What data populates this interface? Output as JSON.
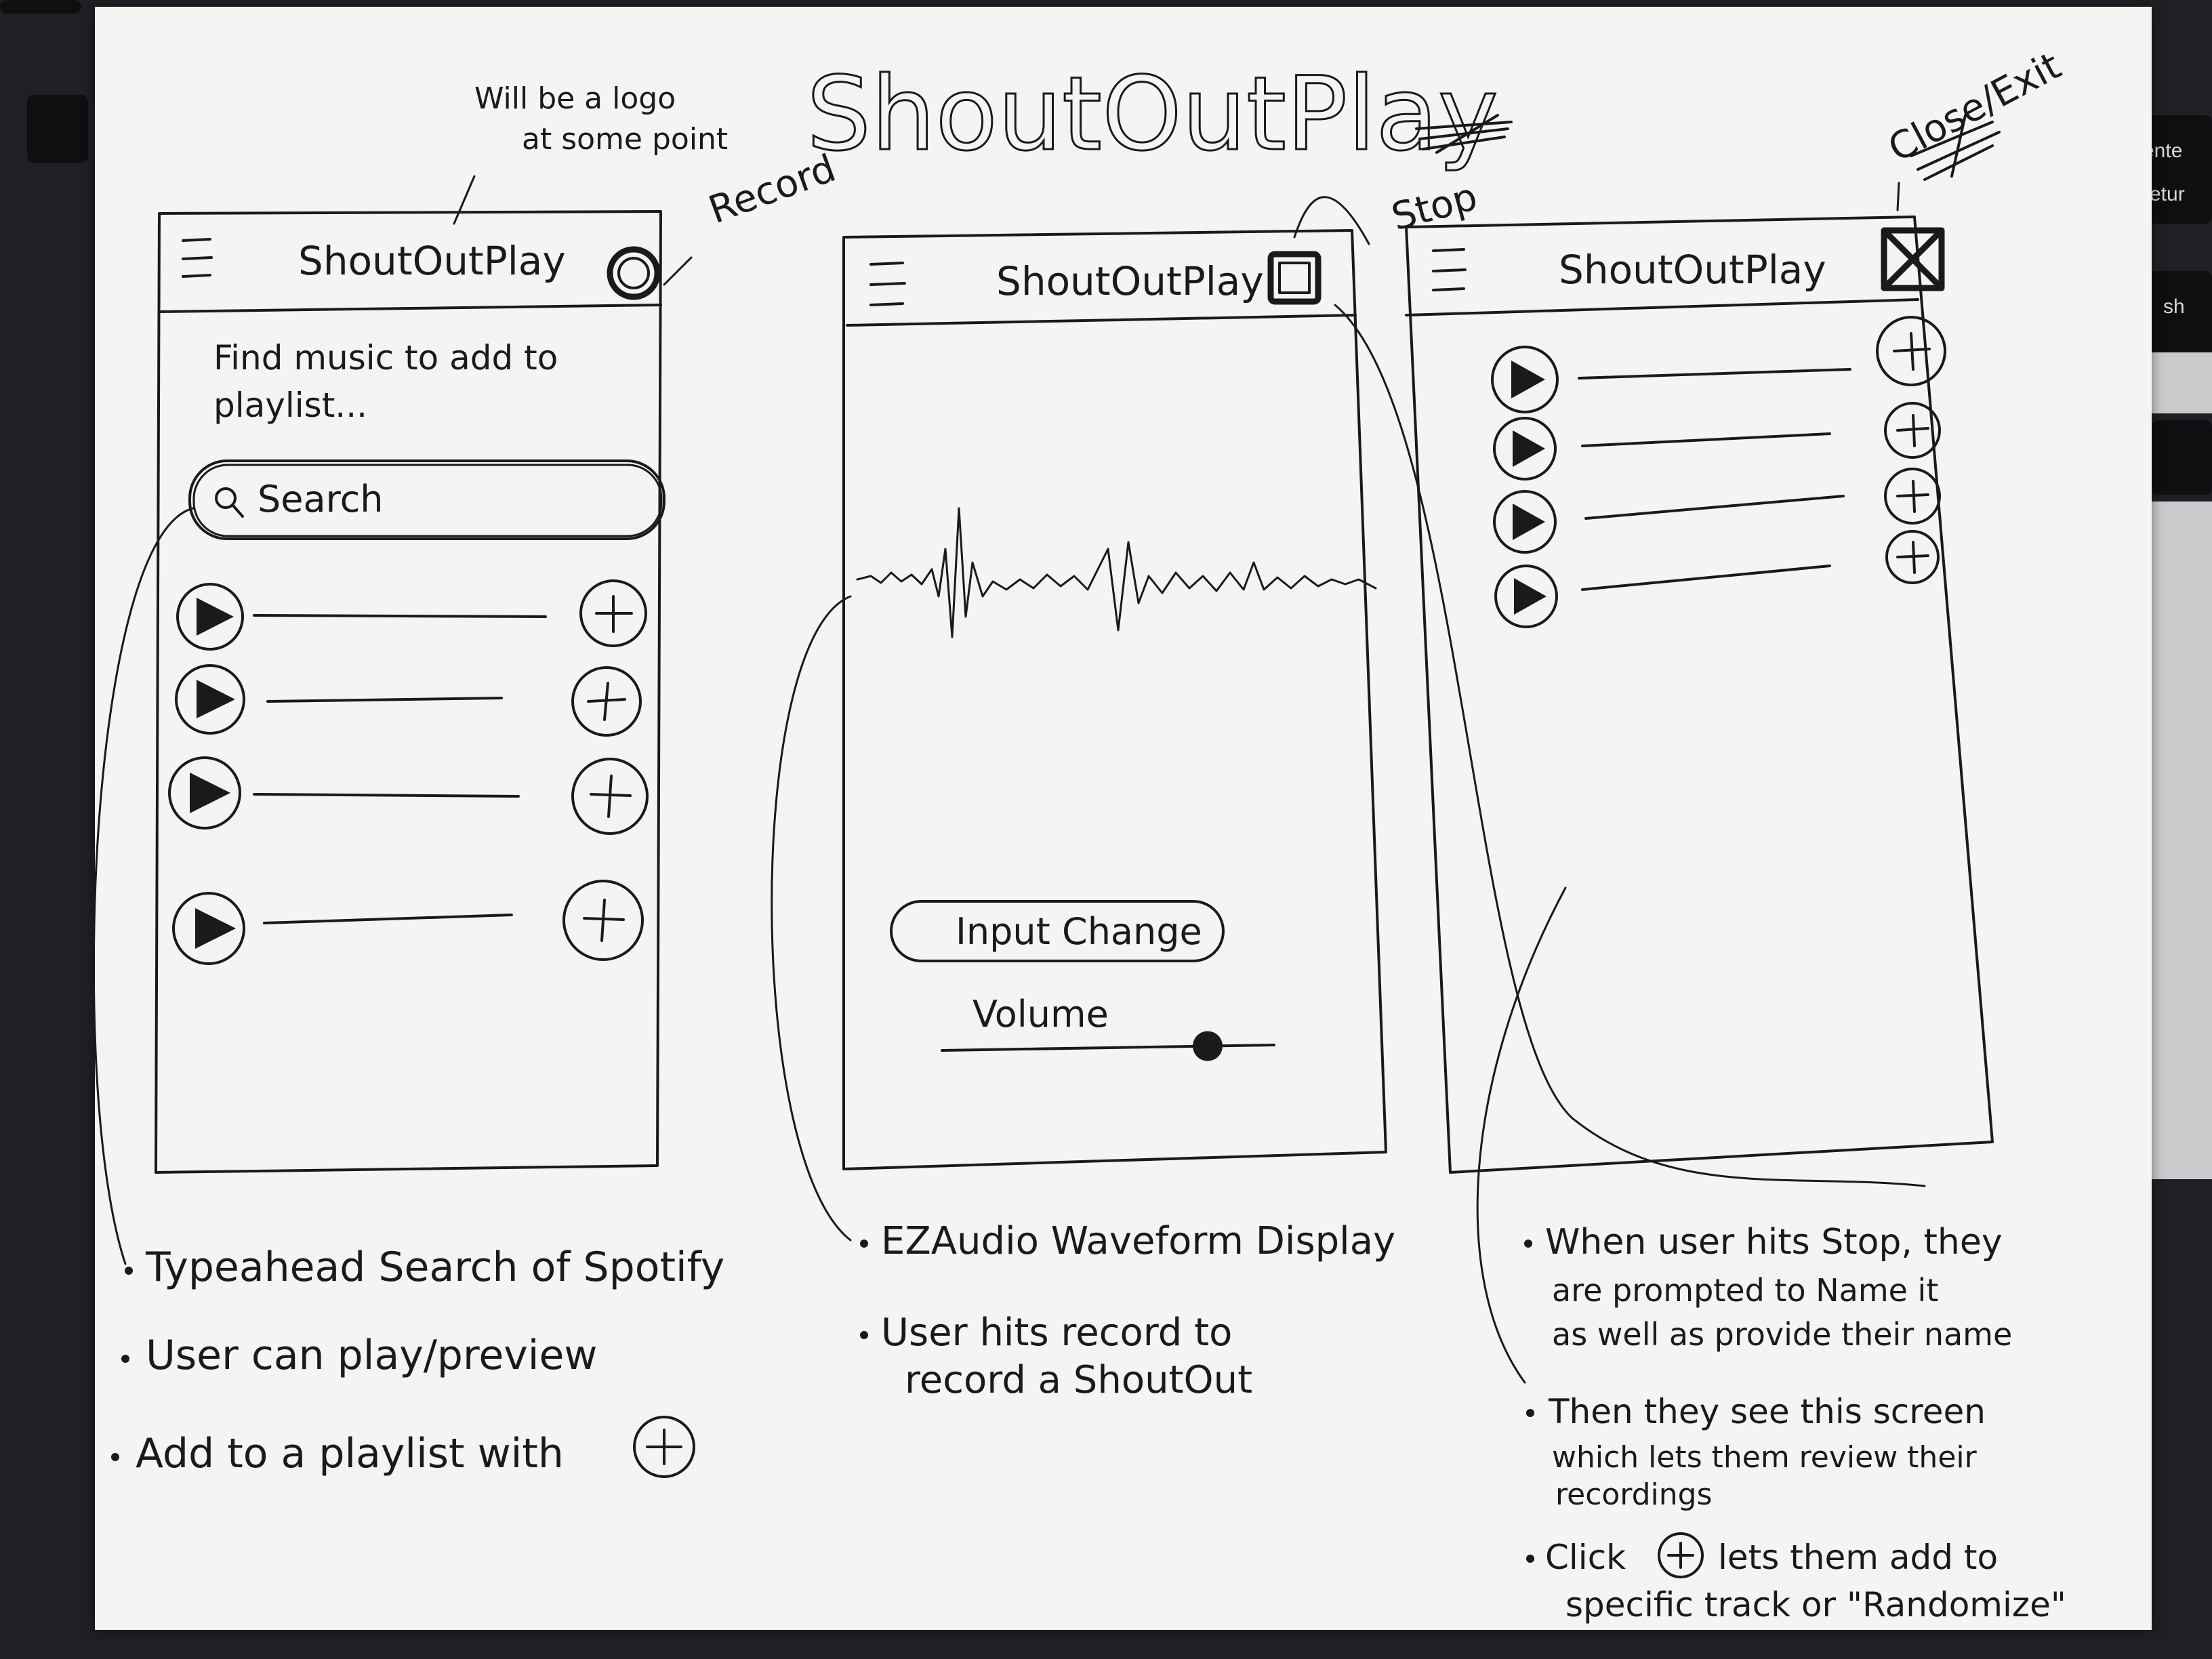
{
  "title": "ShoutOutPlay",
  "annotations": {
    "logo_note_line1": "Will be a logo",
    "logo_note_line2": "at some point",
    "record": "Record",
    "stop": "Stop",
    "close_exit": "Close/Exit"
  },
  "keyboard": {
    "enter": "ente",
    "return": "retur",
    "shift": "sh"
  },
  "screens": [
    {
      "header_title": "ShoutOutPlay",
      "prompt_line1": "Find music to add to",
      "prompt_line2": "playlist...",
      "search_placeholder": "Search",
      "row_count": 4
    },
    {
      "header_title": "ShoutOutPlay",
      "input_change_label": "Input Change",
      "volume_label": "Volume",
      "volume_level": 0.8
    },
    {
      "header_title": "ShoutOutPlay",
      "row_count": 4
    }
  ],
  "notes": {
    "screen1": [
      "Typeahead Search of Spotify",
      "User can play/preview",
      "Add to a playlist with"
    ],
    "screen2": [
      "EZAudio Waveform Display",
      "User hits record to",
      "record a ShoutOut"
    ],
    "screen3": [
      "When user hits Stop, they",
      "are prompted to Name it",
      "as well as provide their name",
      "Then they see this screen",
      "which lets them review their",
      "recordings",
      "Click",
      "lets them add to",
      "specific track or \"Randomize\""
    ]
  }
}
